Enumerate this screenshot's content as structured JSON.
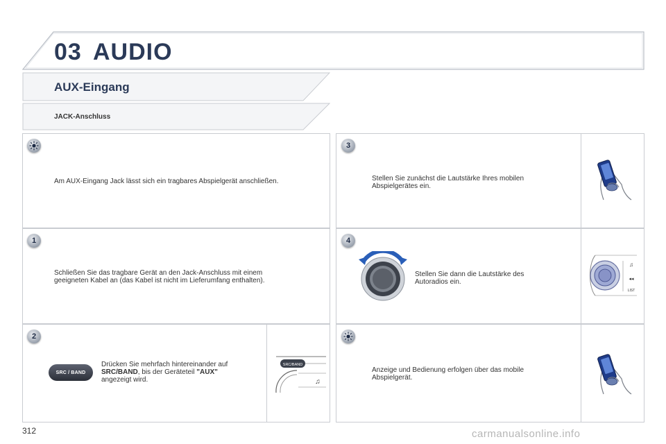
{
  "header": {
    "chapter_number": "03",
    "chapter_title": "AUDIO"
  },
  "section": {
    "title": "AUX-Eingang",
    "subtitle": "JACK-Anschluss"
  },
  "left_panels": {
    "info_text": "Am AUX-Eingang Jack lässt sich ein tragbares Abspielgerät anschließen.",
    "step1": {
      "badge": "1",
      "text_line1": "Schließen Sie das tragbare Gerät an den Jack-Anschluss mit einem",
      "text_line2": "geeigneten Kabel an (das Kabel ist nicht im Lieferumfang enthalten)."
    },
    "step2": {
      "badge": "2",
      "text_line1": "Drücken Sie mehrfach hintereinander auf",
      "bold_src": "SRC/BAND",
      "text_mid": ", bis der Geräteteil ",
      "bold_aux": "\"AUX\"",
      "text_line3": "angezeigt wird.",
      "button_label": "SRC / BAND",
      "image_label": "SRC/BAND"
    }
  },
  "right_panels": {
    "step3": {
      "badge": "3",
      "text_line1": "Stellen Sie zunächst die Lautstärke Ihres mobilen",
      "text_line2": "Abspielgerätes ein."
    },
    "step4": {
      "badge": "4",
      "text_line1": "Stellen Sie dann die Lautstärke des",
      "text_line2": "Autoradios ein.",
      "image_label": "LIST"
    },
    "info_text_line1": "Anzeige und Bedienung erfolgen über das mobile",
    "info_text_line2": "Abspielgerät."
  },
  "footer": {
    "page_number": "312",
    "watermark": "carmanualsonline.info"
  },
  "colors": {
    "title": "#2b3a58",
    "border": "#c9ccd1",
    "knob_ring": "#2a5fb8"
  },
  "icons": [
    "lightbulb-icon",
    "hand-phone-icon",
    "volume-knob-icon",
    "music-note-icon"
  ]
}
